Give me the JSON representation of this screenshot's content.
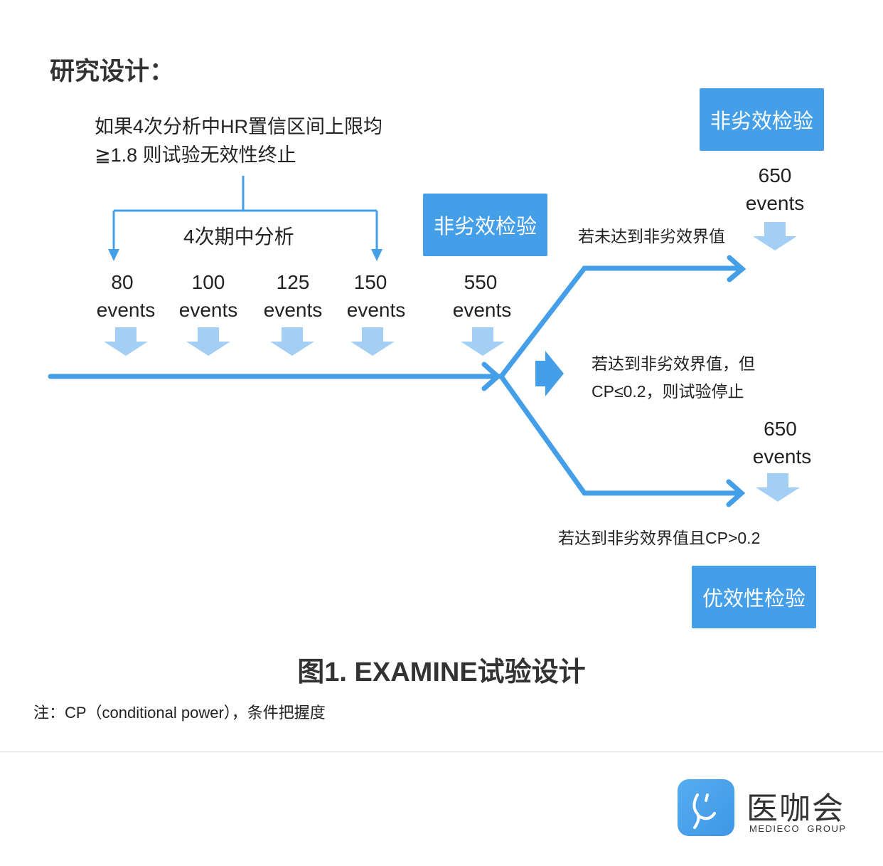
{
  "heading": "研究设计：",
  "futility_rule": [
    "如果4次分析中HR置信区间上限均",
    "≧1.8 则试验无效性终止"
  ],
  "interim_label": "4次期中分析",
  "analyses": [
    {
      "number": "80",
      "unit": "events"
    },
    {
      "number": "100",
      "unit": "events"
    },
    {
      "number": "125",
      "unit": "events"
    },
    {
      "number": "150",
      "unit": "events"
    },
    {
      "number": "550",
      "unit": "events"
    }
  ],
  "boxes": {
    "noninferiority_mid": "非劣效检验",
    "noninferiority_top": "非劣效检验",
    "superiority": "优效性检验"
  },
  "upper_branch": {
    "number": "650",
    "unit": "events",
    "condition": "若未达到非劣效界值"
  },
  "middle_branch": {
    "line1": "若达到非劣效界值，但",
    "line2": "CP≤0.2，则试验停止"
  },
  "lower_branch": {
    "number": "650",
    "unit": "events",
    "condition": "若达到非劣效界值且CP>0.2"
  },
  "caption": "图1. EXAMINE试验设计",
  "note": "注：CP（conditional power），条件把握度",
  "logo": {
    "name": "医咖会",
    "subtitle": "MEDIECO  GROUP"
  },
  "colors": {
    "primary": "#459fe8",
    "light_arrow": "#a4cff5"
  }
}
